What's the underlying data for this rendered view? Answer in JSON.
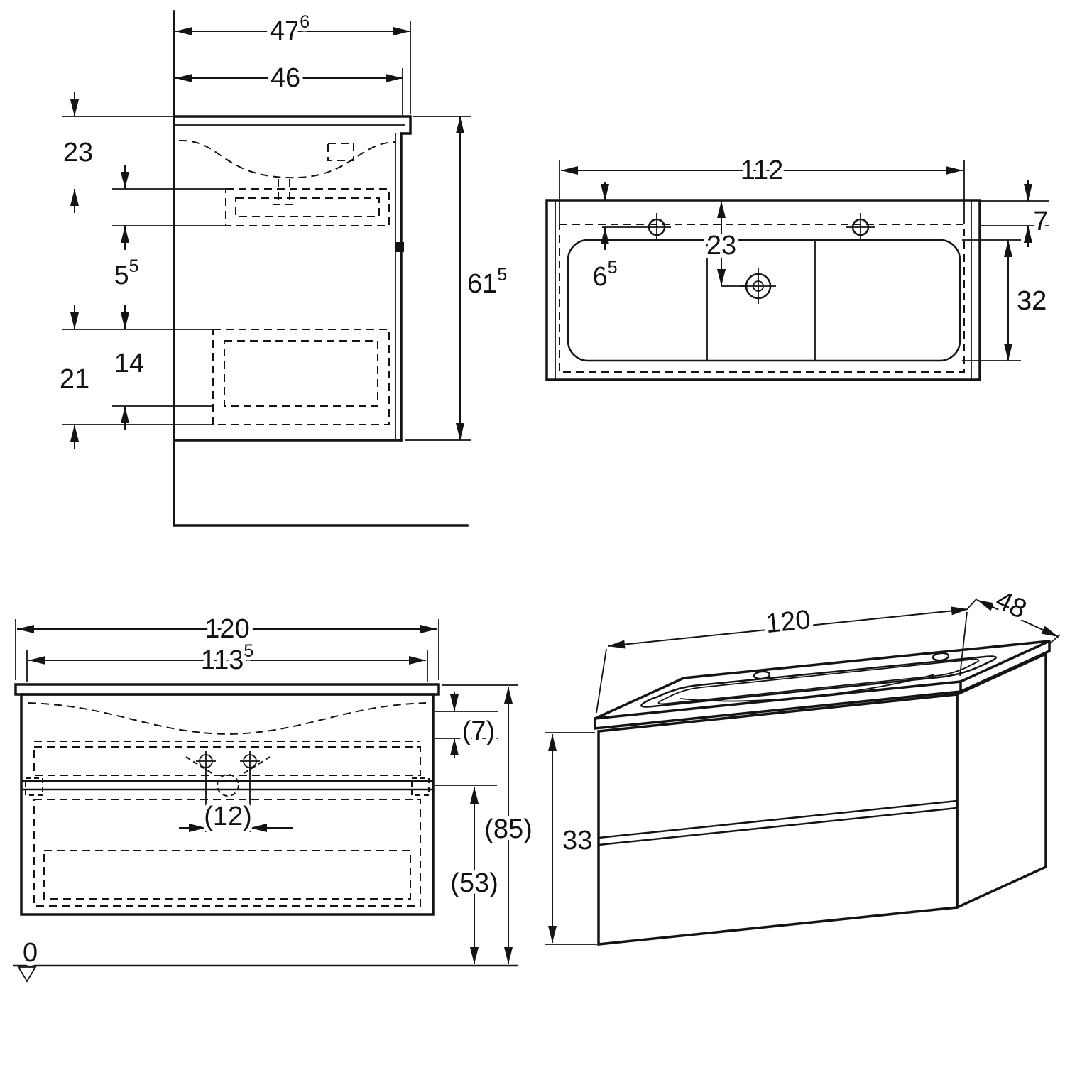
{
  "page": {
    "kind": "bathroom-vanity-technical-drawing",
    "colors": {
      "line": "#141414",
      "background": "#ffffff"
    }
  },
  "views": {
    "side_section": {
      "dims": {
        "overall_width": {
          "main": "47",
          "sup": "6"
        },
        "cabinet_width": {
          "main": "46",
          "sup": ""
        },
        "basin_height": {
          "main": "23",
          "sup": ""
        },
        "drawer_gap": {
          "main": "5",
          "sup": "5"
        },
        "drawer_inner_height": {
          "main": "14",
          "sup": ""
        },
        "drawer_front_height": {
          "main": "21",
          "sup": ""
        },
        "overall_height": {
          "main": "61",
          "sup": "5"
        }
      }
    },
    "plan": {
      "dims": {
        "basin_width": {
          "main": "112",
          "sup": ""
        },
        "rim_width": {
          "main": "7",
          "sup": ""
        },
        "drain_offset": {
          "main": "23",
          "sup": ""
        },
        "tap_offset": {
          "main": "6",
          "sup": "5"
        },
        "basin_depth": {
          "main": "32",
          "sup": ""
        }
      }
    },
    "front": {
      "dims": {
        "overall_width": {
          "main": "120",
          "sup": ""
        },
        "inner_width": {
          "main": "113",
          "sup": "5"
        },
        "rim_height": {
          "main": "(7)",
          "sup": ""
        },
        "tap_spacing": {
          "main": "(12)",
          "sup": ""
        },
        "mounting_height": {
          "main": "(85)",
          "sup": ""
        },
        "clearance_height": {
          "main": "(53)",
          "sup": ""
        },
        "floor_level": {
          "main": "0",
          "sup": ""
        }
      }
    },
    "perspective": {
      "dims": {
        "width": {
          "main": "120",
          "sup": ""
        },
        "depth": {
          "main": "48",
          "sup": ""
        },
        "height": {
          "main": "33",
          "sup": ""
        }
      }
    }
  }
}
